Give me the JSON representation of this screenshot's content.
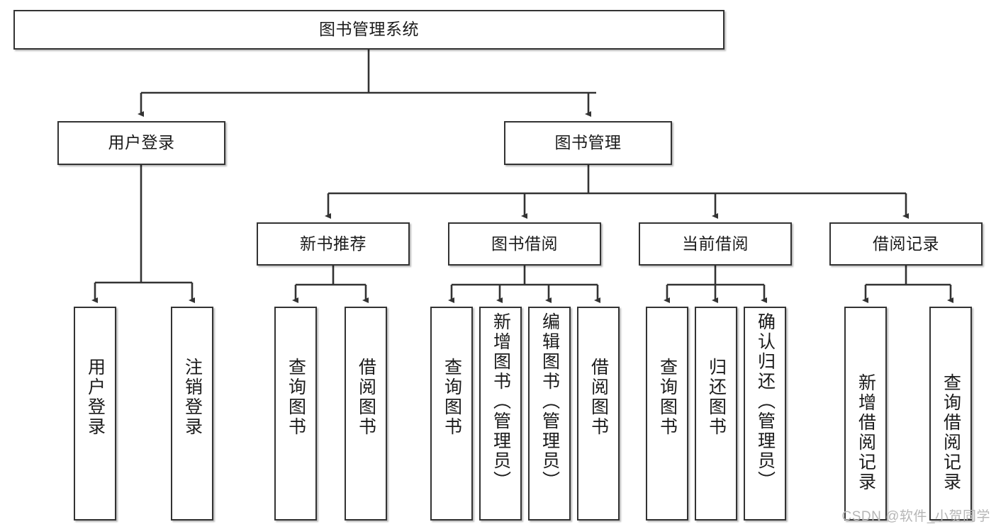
{
  "diagram": {
    "title": "图书管理系统",
    "watermark": "CSDN @软件_小贺同学",
    "colors": {
      "box_border": "#333333",
      "box_fill": "#ffffff",
      "edge": "#333333",
      "text": "#1b1b1b",
      "watermark": "#b6b6b6"
    },
    "root": {
      "label": "图书管理系统"
    },
    "level2": [
      {
        "label": "用户登录"
      },
      {
        "label": "图书管理"
      }
    ],
    "level3": [
      {
        "label": "新书推荐"
      },
      {
        "label": "图书借阅"
      },
      {
        "label": "当前借阅"
      },
      {
        "label": "借阅记录"
      }
    ],
    "leaves": {
      "user_login": [
        {
          "label": "用户登录"
        },
        {
          "label": "注销登录"
        }
      ],
      "new_book": [
        {
          "label": "查询图书"
        },
        {
          "label": "借阅图书"
        }
      ],
      "book_borrow": [
        {
          "label": "查询图书"
        },
        {
          "label": "新增图书（管理员）"
        },
        {
          "label": "编辑图书（管理员）"
        },
        {
          "label": "借阅图书"
        }
      ],
      "current_borrow": [
        {
          "label": "查询图书"
        },
        {
          "label": "归还图书"
        },
        {
          "label": "确认归还（管理员）"
        }
      ],
      "borrow_record": [
        {
          "label": "新增借阅记录"
        },
        {
          "label": "查询借阅记录"
        }
      ]
    }
  }
}
